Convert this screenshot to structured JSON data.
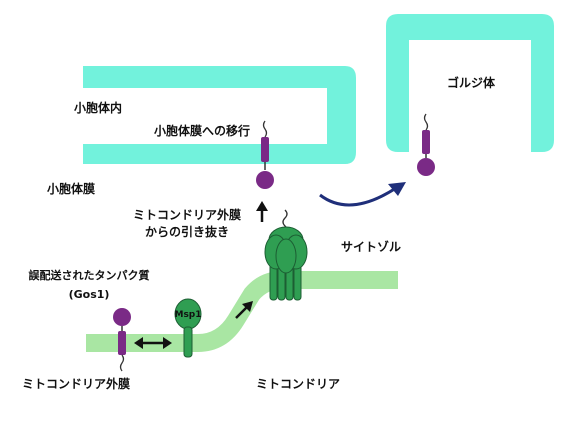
{
  "colors": {
    "organelle": "#72f2dc",
    "membrane": "#a9e6a3",
    "protein": "#7a2a86",
    "protein_dark": "#4a1453",
    "transporter": "#2f9e52",
    "transporter_dark": "#1c5e33",
    "transport_arrow": "#1f2f7a",
    "text": "#111111"
  },
  "labels": {
    "er_lumen": "小胞体内",
    "er_membrane": "小胞体膜",
    "move_to_er": "小胞体膜への移行",
    "extraction_line1": "ミトコンドリア外膜",
    "extraction_line2": "からの引き抜き",
    "golgi": "ゴルジ体",
    "cytosol": "サイトゾル",
    "mislocalized_line1": "誤配送されたタンパク質",
    "mislocalized_line2": "(Gos1)",
    "msp1": "Msp1",
    "mito_outer_membrane": "ミトコンドリア外膜",
    "mitochondria": "ミトコンドリア"
  },
  "icons": {
    "up_arrow": "up-arrow-icon",
    "double_arrow": "double-arrow-icon",
    "diagonal_arrow": "diagonal-arrow-icon",
    "curved_arrow": "curved-transport-arrow-icon"
  }
}
